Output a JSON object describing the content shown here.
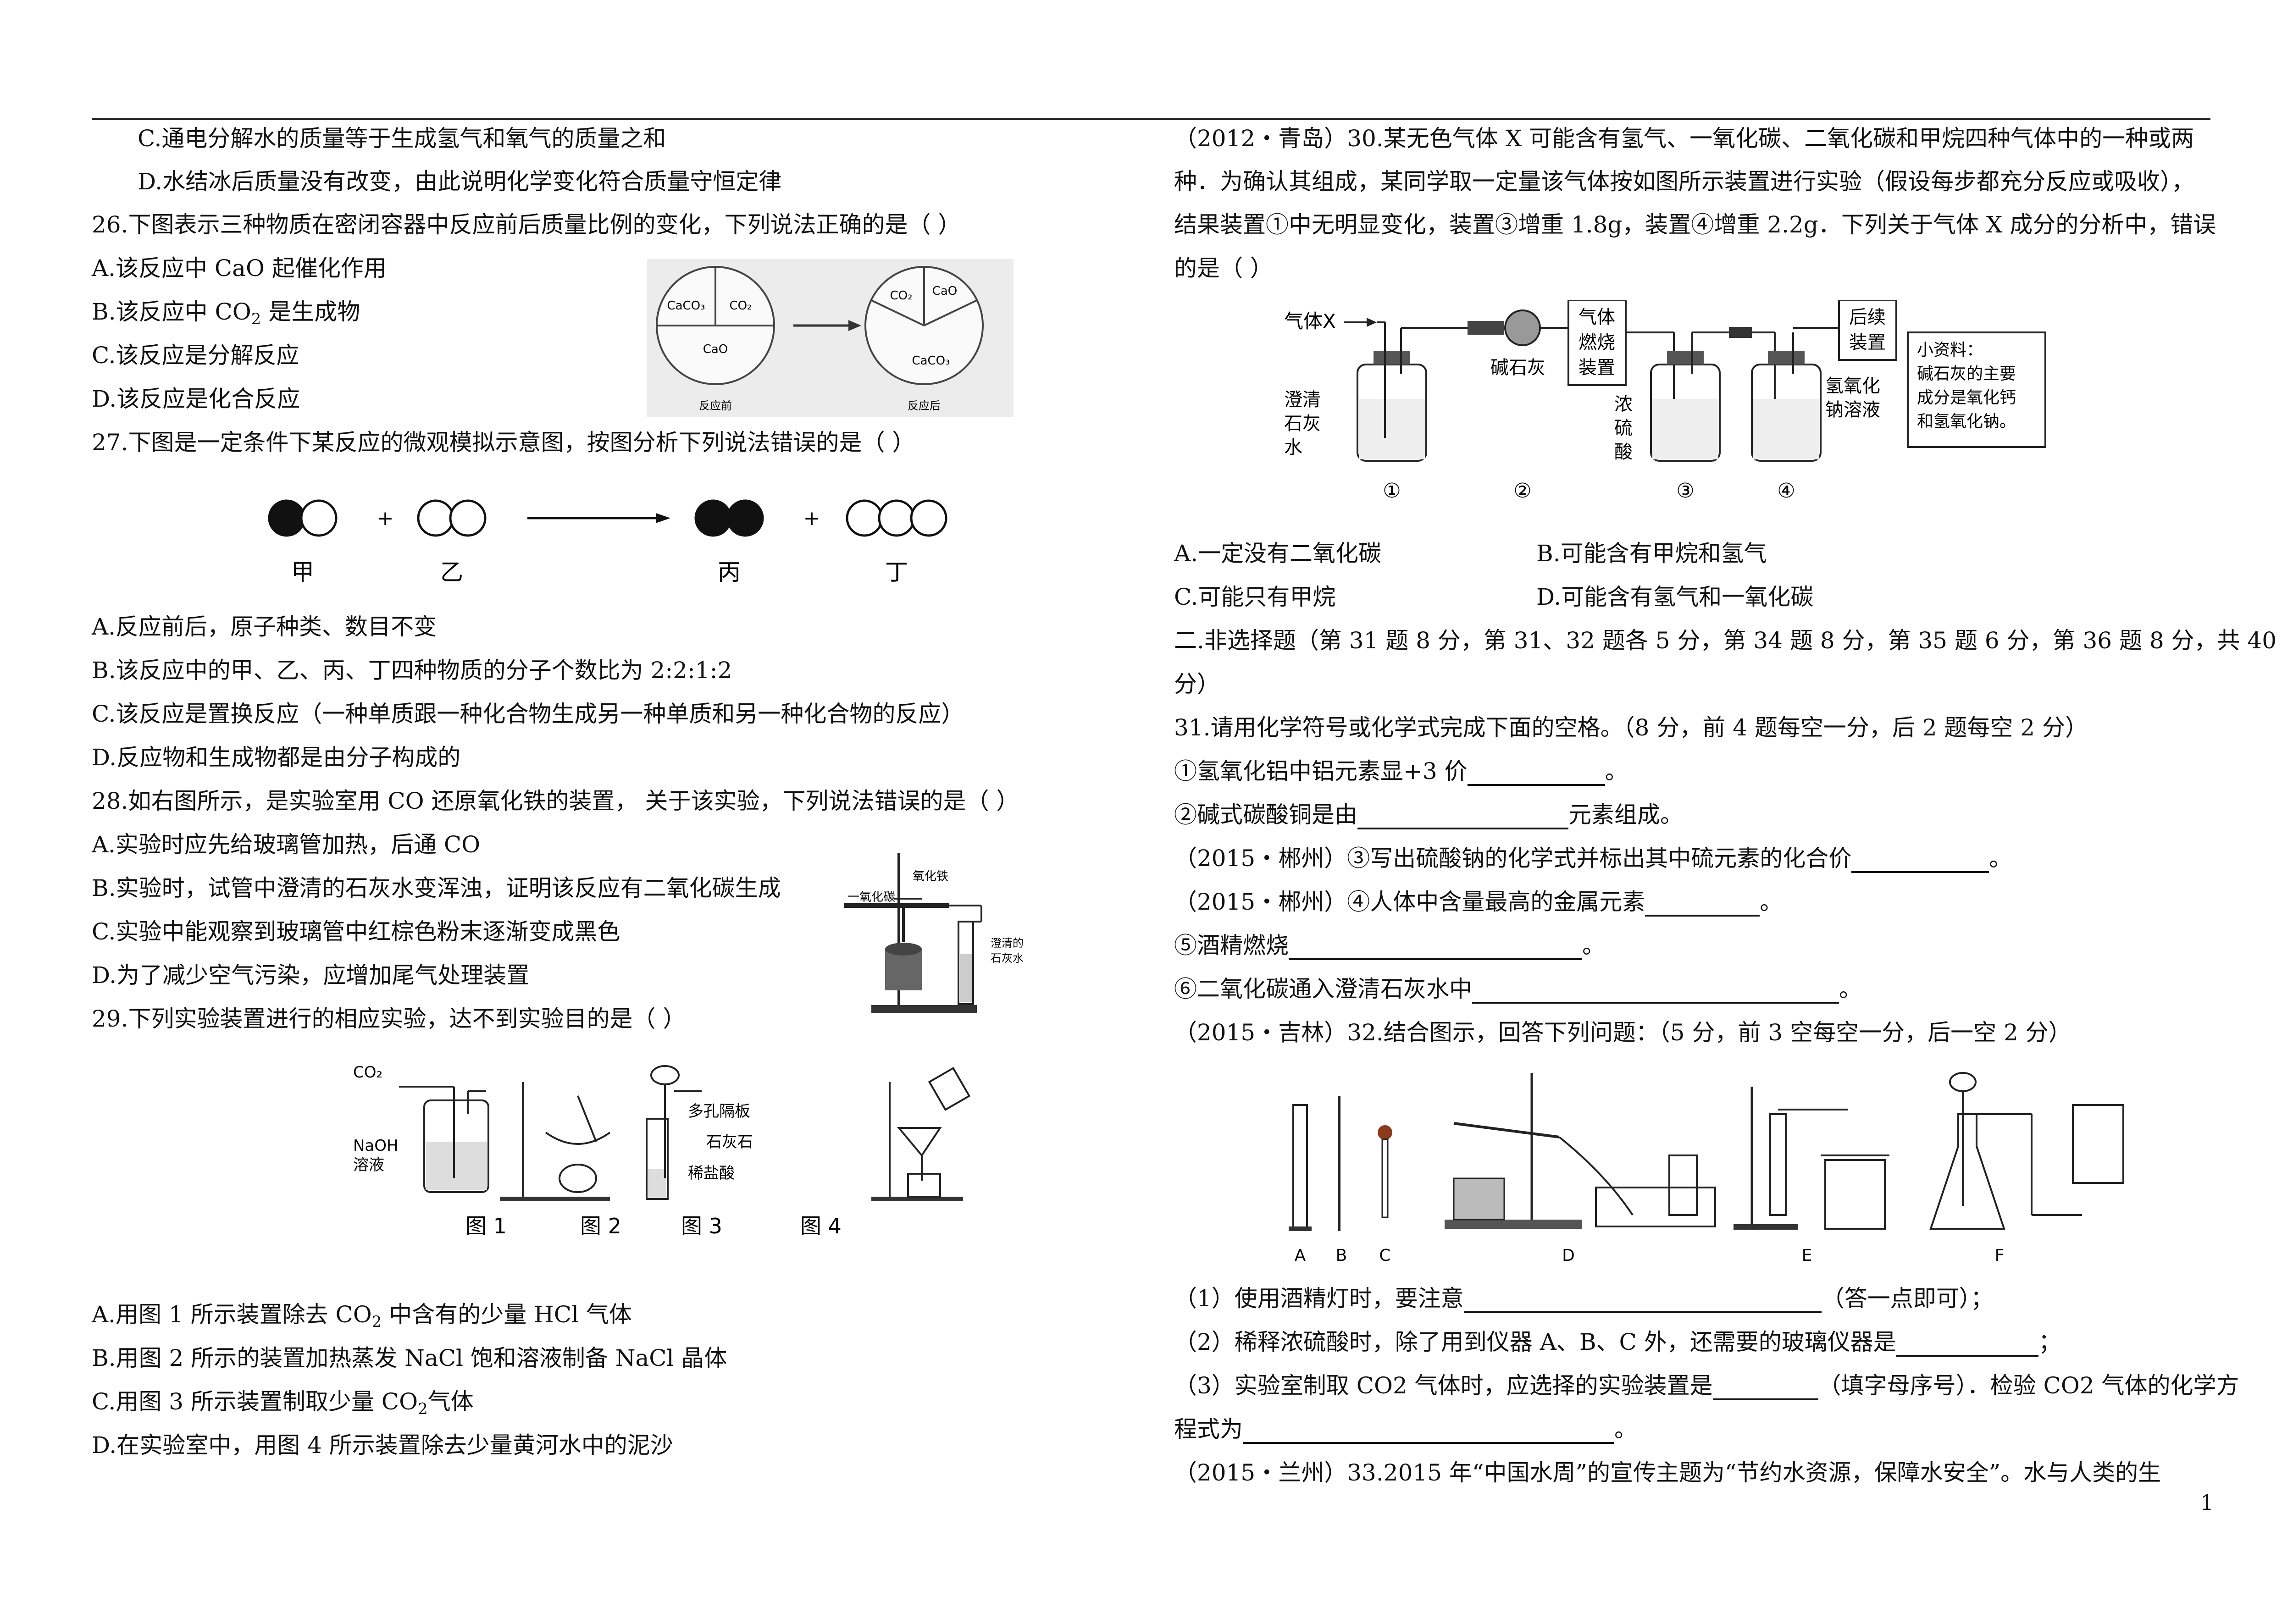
{
  "left": {
    "q25c": "C.通电分解水的质量等于生成氢气和氧气的质量之和",
    "q25d": "D.水结冰后质量没有改变，由此说明化学变化符合质量守恒定律",
    "q26": {
      "stem": "26.下图表示三种物质在密闭容器中反应前后质量比例的变化，下列说法正确的是（    ）",
      "a": "A.该反应中 CaO 起催化作用",
      "b_pre": "B.该反应中 CO",
      "b_sub": "2",
      "b_post": " 是生成物",
      "c": "C.该反应是分解反应",
      "d": "D.该反应是化合反应",
      "fig": {
        "before_caco3": "CaCO₃",
        "before_co2": "CO₂",
        "before_cao": "CaO",
        "after_co2": "CO₂",
        "after_cao": "CaO",
        "after_caco3": "CaCO₃",
        "caption_before": "反应前",
        "caption_after": "反应后"
      }
    },
    "q27": {
      "stem": "27.下图是一定条件下某反应的微观模拟示意图，按图分析下列说法错误的是（    ）",
      "labels": [
        "甲",
        "乙",
        "丙",
        "丁"
      ],
      "a": "A.反应前后，原子种类、数目不变",
      "b": "B.该反应中的甲、乙、丙、丁四种物质的分子个数比为 2:2:1:2",
      "c": "C.该反应是置换反应（一种单质跟一种化合物生成另一种单质和另一种化合物的反应）",
      "d": "D.反应物和生成物都是由分子构成的"
    },
    "q28": {
      "stem": "28.如右图所示，是实验室用 CO 还原氧化铁的装置，  关于该实验，下列说法错误的是（    ）",
      "a": "A.实验时应先给玻璃管加热，后通 CO",
      "b": "B.实验时，试管中澄清的石灰水变浑浊，证明该反应有二氧化碳生成",
      "c": "C.实验中能观察到玻璃管中红棕色粉末逐渐变成黑色",
      "d": "D.为了减少空气污染，应增加尾气处理装置",
      "fig": {
        "co": "一氧化碳",
        "fe2o3": "氧化铁",
        "limewater_1": "澄清的",
        "limewater_2": "石灰水"
      }
    },
    "q29": {
      "stem": "29.下列实验装置进行的相应实验，达不到实验目的是（    ）",
      "fig": {
        "co2": "CO₂",
        "naoh_1": "NaOH",
        "naoh_2": "溶液",
        "plate": "多孔隔板",
        "limestone": "石灰石",
        "acid": "稀盐酸",
        "cap1": "图 1",
        "cap2": "图 2",
        "cap3": "图 3",
        "cap4": "图 4"
      },
      "a_pre": "A.用图 1 所示装置除去 CO",
      "a_sub": "2",
      "a_post": " 中含有的少量 HCl 气体",
      "b": "B.用图 2 所示的装置加热蒸发 NaCl 饱和溶液制备 NaCl 晶体",
      "c_pre": "C.用图 3 所示装置制取少量 CO",
      "c_sub": "2",
      "c_post": "气体",
      "d": "D.在实验室中，用图 4 所示装置除去少量黄河水中的泥沙"
    }
  },
  "right": {
    "q30": {
      "l1": "（2012・青岛）30.某无色气体 X 可能含有氢气、一氧化碳、二氧化碳和甲烷四种气体中的一种或两",
      "l2": "种．为确认其组成，某同学取一定量该气体按如图所示装置进行实验（假设每步都充分反应或吸收），",
      "l3": "结果装置①中无明显变化，装置③增重 1.8g，装置④增重 2.2g．下列关于气体 X 成分的分析中，错误",
      "l4": "的是（    ）",
      "fig": {
        "gas_x": "气体X",
        "limewater": [
          "澄清",
          "石灰",
          "水"
        ],
        "sodalime": "碱石灰",
        "burner": [
          "气体",
          "燃烧",
          "装置"
        ],
        "h2so4": [
          "浓",
          "硫",
          "酸"
        ],
        "naoh": [
          "氢氧化",
          "钠溶液"
        ],
        "later": [
          "后续",
          "装置"
        ],
        "note": [
          "小资料：",
          "碱石灰的主要",
          "成分是氧化钙",
          "和氢氧化钠。"
        ],
        "nums": [
          "①",
          "②",
          "③",
          "④"
        ]
      },
      "a": "A.一定没有二氧化碳",
      "b": "B.可能含有甲烷和氢气",
      "c": "C.可能只有甲烷",
      "d": "D.可能含有氢气和一氧化碳"
    },
    "sec2_l1": "二.非选择题（第 31 题 8 分，第 31、32 题各 5 分，第 34 题 8 分，第 35 题 6 分，第 36 题 8 分，共 40",
    "sec2_l2": "分）",
    "q31": {
      "stem": "31.请用化学符号或化学式完成下面的空格。（8 分，前 4 题每空一分，后 2 题每空 2 分）",
      "i1": "①氢氧化铝中铝元素显+3 价",
      "i2_pre": "②碱式碳酸铜是由",
      "i2_post": "元素组成。",
      "i3": "（2015・郴州）③写出硫酸钠的化学式并标出其中硫元素的化合价",
      "i4": "（2015・郴州）④人体中含量最高的金属元素",
      "i5": "⑤酒精燃烧",
      "i6": "⑥二氧化碳通入澄清石灰水中",
      "end": "。"
    },
    "q32": {
      "stem": "（2015・吉林）32.结合图示，回答下列问题：（5 分，前 3 空每空一分，后一空 2 分）",
      "labels": [
        "A",
        "B",
        "C",
        "D",
        "E",
        "F"
      ],
      "p1_pre": "（1）使用酒精灯时，要注意",
      "p1_post": "（答一点即可）；",
      "p2_pre": "（2）稀释浓硫酸时，除了用到仪器 A、B、C 外，还需要的玻璃仪器是",
      "p2_post": "；",
      "p3_pre": "（3）实验室制取 CO2 气体时，应选择的实验装置是",
      "p3_post": "（填字母序号）．检验 CO2 气体的化学方",
      "p3b_pre": "程式为",
      "p3b_post": "。"
    },
    "q33": "（2015・兰州）33.2015 年“中国水周”的宣传主题为“节约水资源，保障水安全”。水与人类的生"
  },
  "page_number": "1"
}
